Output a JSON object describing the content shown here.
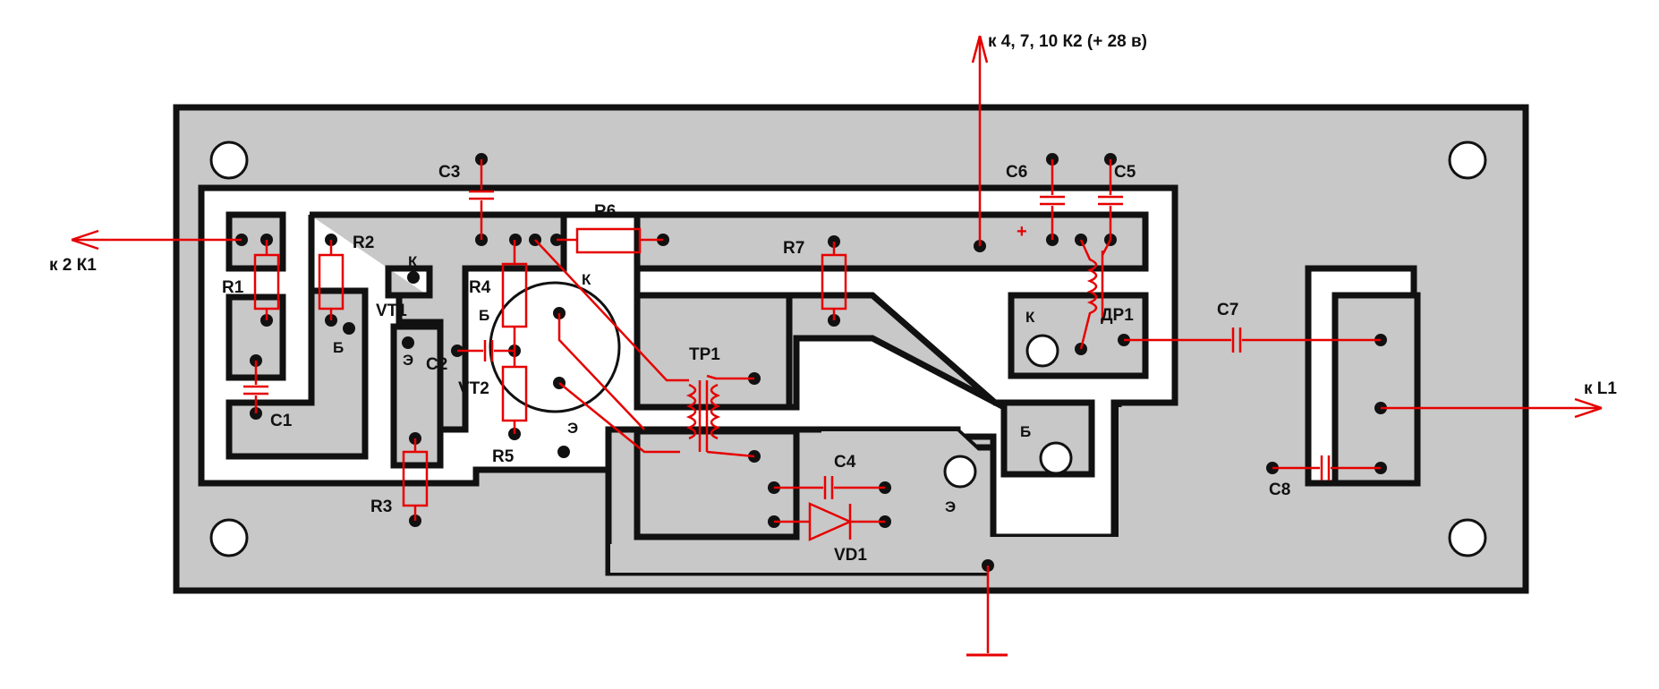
{
  "colors": {
    "board": "#c8c8c8",
    "trace": "#111111",
    "component": "#e60000",
    "background": "#ffffff"
  },
  "connections": {
    "top": "к 4, 7, 10  К2  (+ 28 в)",
    "left": "к 2  К1",
    "right": "к  L1"
  },
  "components": {
    "R1": "R1",
    "R2": "R2",
    "R3": "R3",
    "R4": "R4",
    "R5": "R5",
    "R6": "R6",
    "R7": "R7",
    "C1": "C1",
    "C2": "C2",
    "C3": "C3",
    "C4": "C4",
    "C5": "C5",
    "C6": "C6",
    "C7": "C7",
    "C8": "C8",
    "VT1": "VT1",
    "VT2": "VT2",
    "TP1": "ТР1",
    "DR1": "ДР1",
    "VD1": "VD1"
  },
  "pin_labels": {
    "k1": "К",
    "b1": "Б",
    "e1": "Э",
    "b2": "Б",
    "k2": "К",
    "e2": "Э",
    "k3": "К",
    "b3": "Б",
    "e3": "Э"
  },
  "polarity": "+"
}
